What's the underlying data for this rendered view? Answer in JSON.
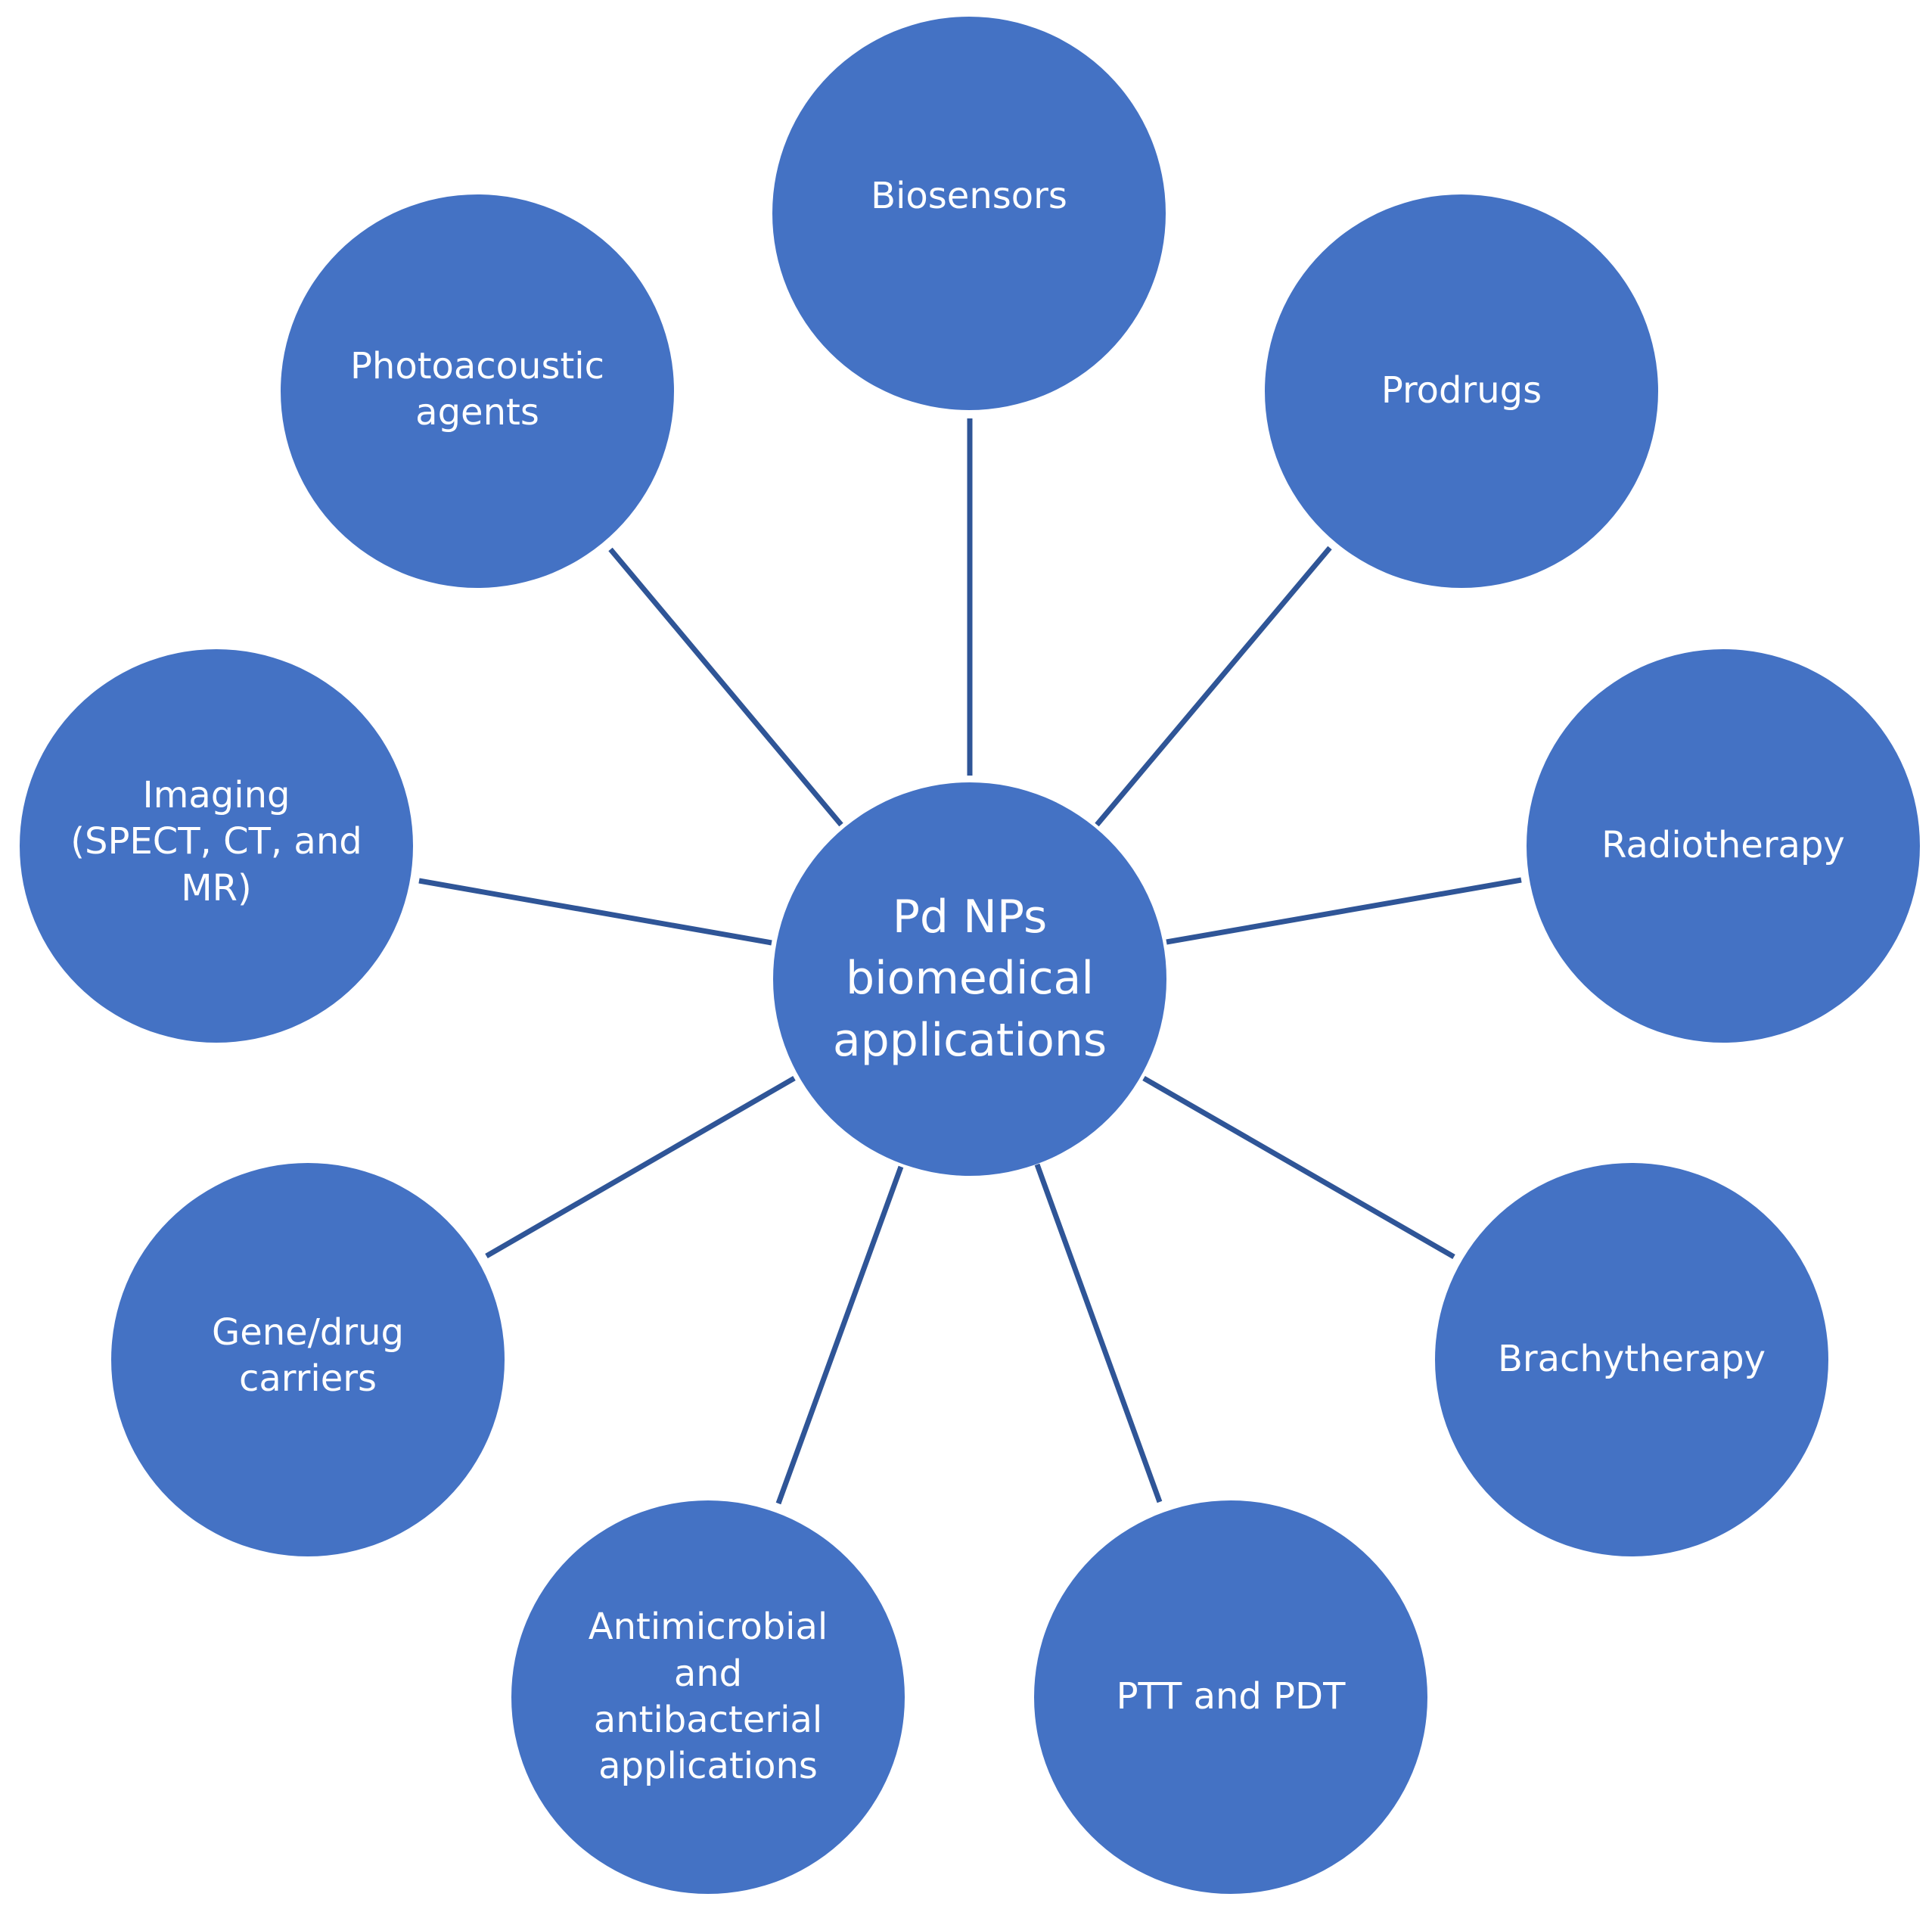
{
  "colors": {
    "node_fill": "#4472C4",
    "connector": "#2F5597",
    "label_text": "#FFFFFF",
    "background": "#FFFFFF"
  },
  "center": {
    "label": "Pd NPs\nbiomedical\napplications"
  },
  "nodes": [
    {
      "id": "biosensors",
      "label": "Biosensors"
    },
    {
      "id": "prodrugs",
      "label": "Prodrugs"
    },
    {
      "id": "radiotherapy",
      "label": "Radiotherapy"
    },
    {
      "id": "brachytherapy",
      "label": "Brachytherapy"
    },
    {
      "id": "ptt-pdt",
      "label": "PTT and PDT"
    },
    {
      "id": "antimicrobial",
      "label": "Antimicrobial\nand\nantibacterial\napplications"
    },
    {
      "id": "gene-drug-carriers",
      "label": "Gene/drug\ncarriers"
    },
    {
      "id": "imaging",
      "label": "Imaging\n(SPECT, CT, and\nMR)"
    },
    {
      "id": "photoacoustic",
      "label": "Photoacoustic\nagents"
    }
  ]
}
